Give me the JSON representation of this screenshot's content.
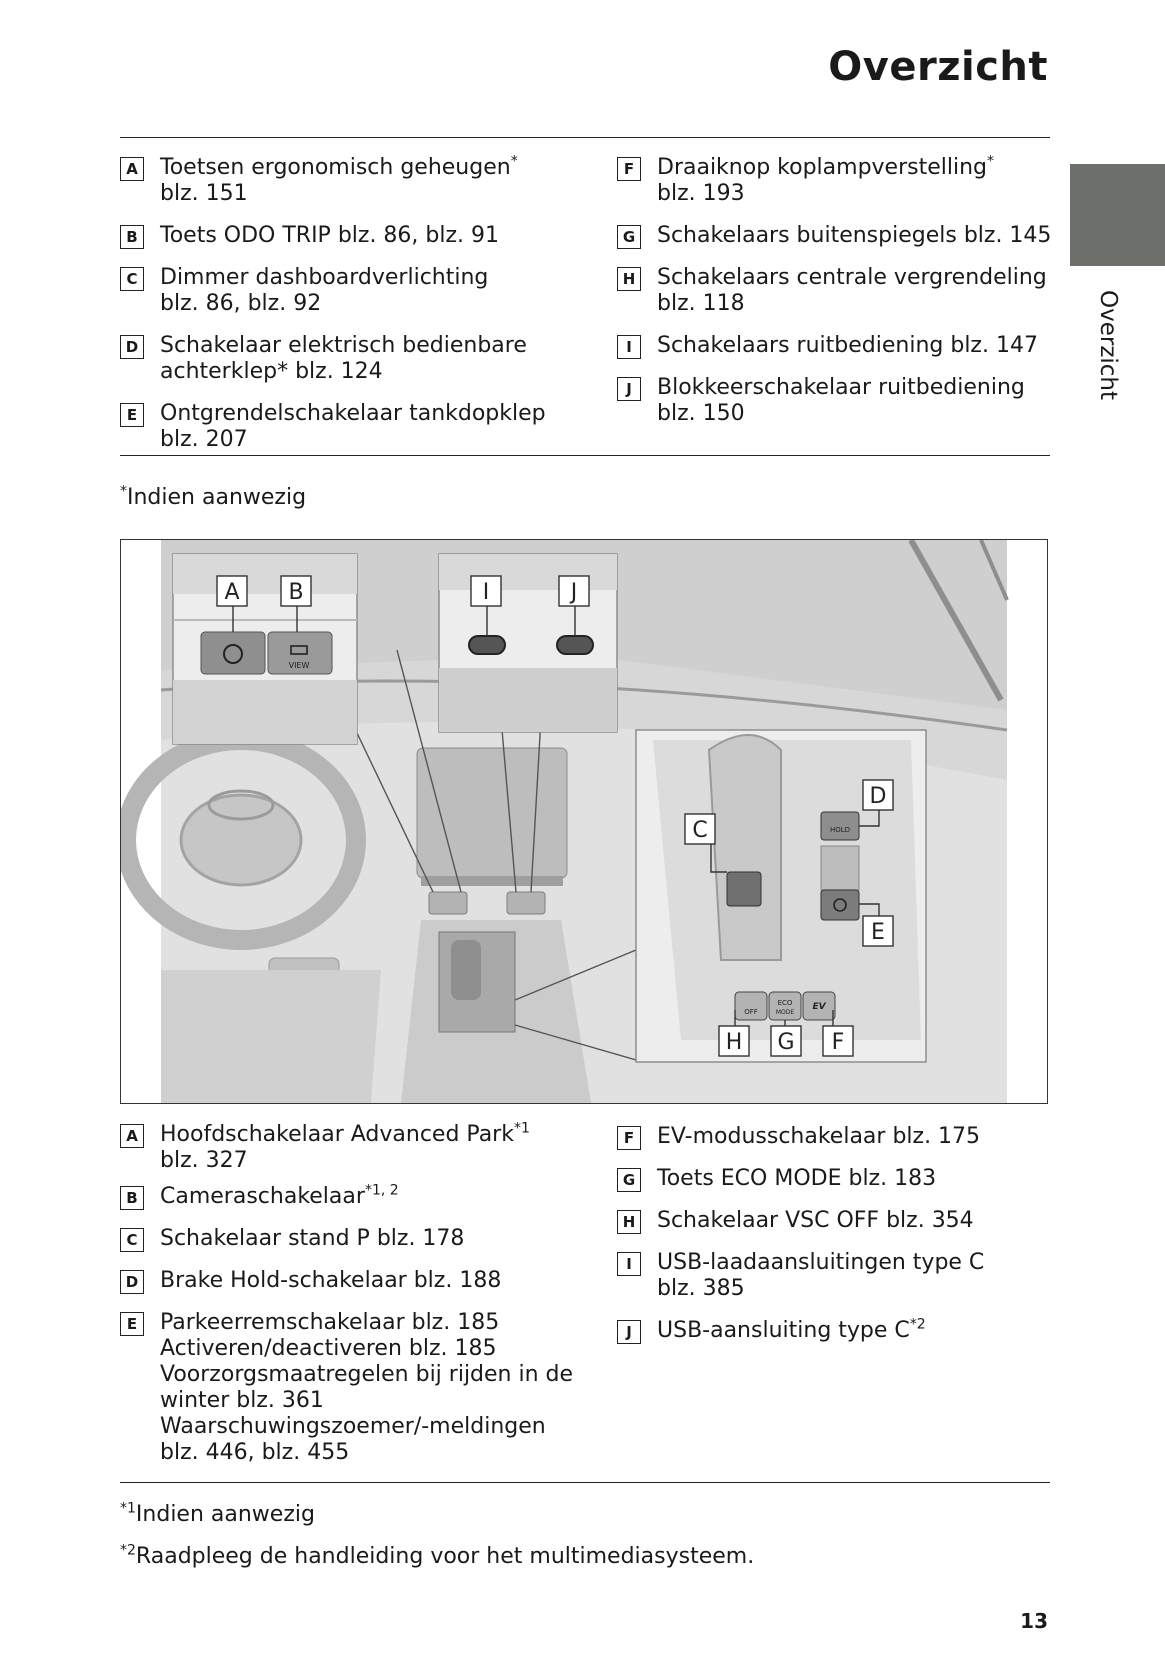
{
  "header": {
    "title": "Overzicht",
    "side_label": "Overzicht"
  },
  "top_list_left": [
    {
      "key": "A",
      "text": "Toetsen ergonomisch geheugen",
      "sup": "*",
      "line2": "blz. 151"
    },
    {
      "key": "B",
      "text": "Toets ODO TRIP blz. 86, blz. 91",
      "sup": "",
      "line2": ""
    },
    {
      "key": "C",
      "text": "Dimmer dashboardverlichting",
      "sup": "",
      "line2": "blz. 86, blz. 92"
    },
    {
      "key": "D",
      "text": "Schakelaar elektrisch bedienbare",
      "sup": "",
      "line2": "achterklep* blz. 124"
    },
    {
      "key": "E",
      "text": "Ontgrendelschakelaar tankdopklep",
      "sup": "",
      "line2": "blz. 207"
    }
  ],
  "top_list_right": [
    {
      "key": "F",
      "text": "Draaiknop koplampverstelling",
      "sup": "*",
      "line2": "blz. 193"
    },
    {
      "key": "G",
      "text": "Schakelaars buitenspiegels blz. 145",
      "sup": "",
      "line2": ""
    },
    {
      "key": "H",
      "text": "Schakelaars centrale vergrendeling",
      "sup": "",
      "line2": "blz. 118"
    },
    {
      "key": "I",
      "text": "Schakelaars ruitbediening blz. 147",
      "sup": "",
      "line2": ""
    },
    {
      "key": "J",
      "text": "Blokkeerschakelaar ruitbediening",
      "sup": "",
      "line2": "blz. 150"
    }
  ],
  "note_top": {
    "mark": "*",
    "text": "Indien aanwezig"
  },
  "figure": {
    "labels": [
      "A",
      "B",
      "I",
      "J",
      "C",
      "D",
      "E",
      "H",
      "G",
      "F"
    ],
    "button_texts": {
      "view": "VIEW",
      "hold": "HOLD",
      "off": "OFF",
      "eco": "ECO",
      "mode": "MODE",
      "ev": "EV"
    }
  },
  "bottom_list_left": [
    {
      "key": "A",
      "text": "Hoofdschakelaar Advanced Park",
      "sup": "*1",
      "lines": [
        "blz. 327"
      ]
    },
    {
      "key": "B",
      "text": "Cameraschakelaar",
      "sup": "*1, 2",
      "lines": []
    },
    {
      "key": "C",
      "text": "Schakelaar stand P blz. 178",
      "sup": "",
      "lines": []
    },
    {
      "key": "D",
      "text": "Brake Hold-schakelaar blz. 188",
      "sup": "",
      "lines": []
    },
    {
      "key": "E",
      "text": "Parkeerremschakelaar blz. 185",
      "sup": "",
      "lines": [
        "Activeren/deactiveren blz. 185",
        "Voorzorgsmaatregelen bij rijden in de",
        "winter blz. 361",
        "Waarschuwingszoemer/-meldingen",
        "blz. 446, blz. 455"
      ]
    }
  ],
  "bottom_list_right": [
    {
      "key": "F",
      "text": "EV-modusschakelaar blz. 175",
      "sup": "",
      "lines": []
    },
    {
      "key": "G",
      "text": "Toets ECO MODE blz. 183",
      "sup": "",
      "lines": []
    },
    {
      "key": "H",
      "text": "Schakelaar VSC OFF blz. 354",
      "sup": "",
      "lines": []
    },
    {
      "key": "I",
      "text": "USB-laadaansluitingen type C",
      "sup": "",
      "lines": [
        "blz. 385"
      ]
    },
    {
      "key": "J",
      "text": "USB-aansluiting type C",
      "sup": "*2",
      "lines": []
    }
  ],
  "footnotes": [
    {
      "mark": "*1",
      "text": "Indien aanwezig"
    },
    {
      "mark": "*2",
      "text": "Raadpleeg de handleiding voor het multimediasysteem."
    }
  ],
  "page_number": "13"
}
